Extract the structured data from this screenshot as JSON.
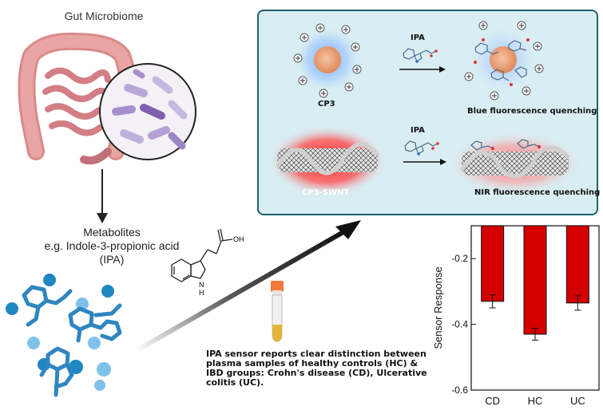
{
  "titles": {
    "gut": "Gut Microbiome",
    "metabolites": [
      "Metabolites",
      "e.g. Indole-3-propionic acid",
      "(IPA)"
    ]
  },
  "molecule": {
    "oh": "OH",
    "h": "H",
    "n": "N"
  },
  "panel": {
    "row1": {
      "sensor": "CP3",
      "analyte": "IPA",
      "result": "Blue fluorescence quenching"
    },
    "row2": {
      "sensor": "CP3-SWNT",
      "analyte": "IPA",
      "result": "NIR fluorescence quenching"
    }
  },
  "caption": "IPA sensor reports clear distinction between plasma samples of healthy controls (HC) & IBD groups: Crohn's disease (CD), Ulcerative colitis (UC).",
  "chart_data": {
    "type": "bar",
    "categories": [
      "CD",
      "HC",
      "UC"
    ],
    "values": [
      -0.33,
      -0.43,
      -0.335
    ],
    "errors": [
      0.02,
      0.018,
      0.022
    ],
    "ylabel": "Sensor Response",
    "ylim": [
      -0.6,
      -0.1
    ],
    "yticks": [
      -0.2,
      -0.4,
      -0.6
    ],
    "bar_color": "#d40000"
  },
  "colors": {
    "panel_bg": "#d9eef3",
    "panel_border": "#1f5f6a",
    "bar": "#d40000",
    "molecule_blue": "#2f86c0"
  }
}
